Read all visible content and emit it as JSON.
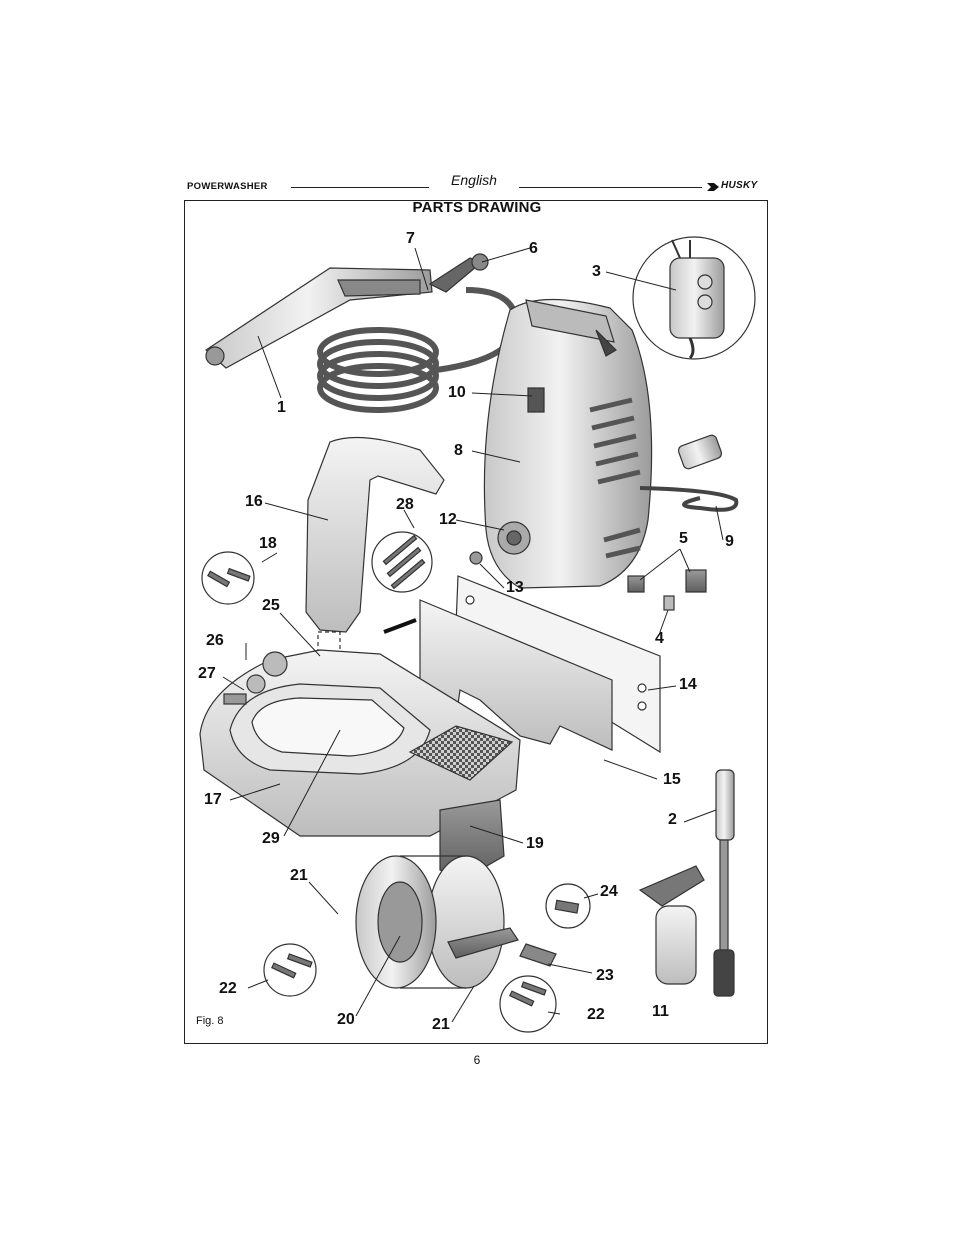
{
  "header": {
    "product": "POWERWASHER",
    "language": "English",
    "brand": "HUSKY"
  },
  "title": "PARTS DRAWING",
  "figure_label": "Fig. 8",
  "page_number": "6",
  "callouts": [
    "1",
    "2",
    "3",
    "4",
    "5",
    "6",
    "7",
    "8",
    "9",
    "10",
    "11",
    "12",
    "13",
    "14",
    "15",
    "16",
    "17",
    "18",
    "19",
    "20",
    "21",
    "21",
    "22",
    "22",
    "23",
    "24",
    "25",
    "26",
    "27",
    "28",
    "29"
  ],
  "icons": [
    "husky-logo-arrow-icon",
    "spray-gun-icon",
    "hose-reel-icon",
    "power-cord-icon"
  ]
}
